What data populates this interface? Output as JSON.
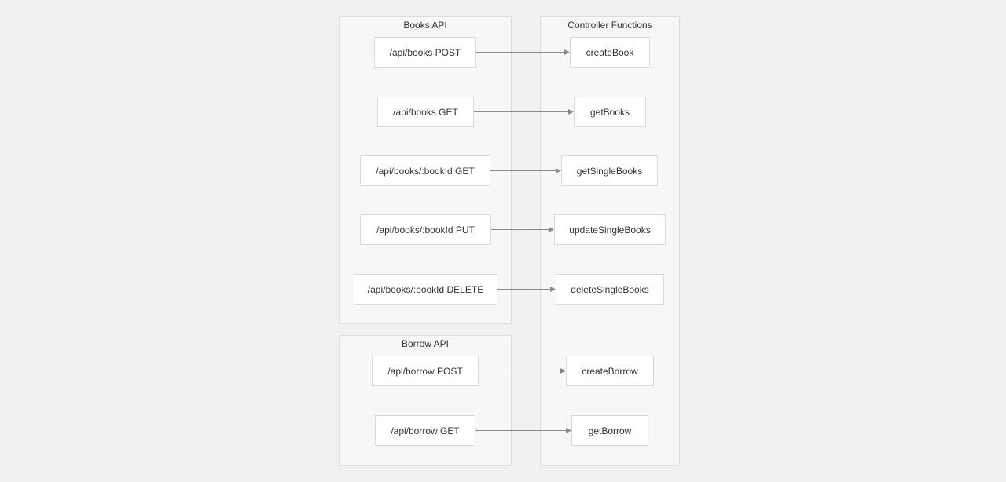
{
  "groups": {
    "books_api": {
      "title": "Books API"
    },
    "borrow_api": {
      "title": "Borrow API"
    },
    "controllers": {
      "title": "Controller Functions"
    }
  },
  "routes": {
    "books_post": "/api/books POST",
    "books_get": "/api/books GET",
    "book_id_get": "/api/books/:bookId GET",
    "book_id_put": "/api/books/:bookId PUT",
    "book_id_delete": "/api/books/:bookId DELETE",
    "borrow_post": "/api/borrow POST",
    "borrow_get": "/api/borrow GET"
  },
  "functions": {
    "createBook": "createBook",
    "getBooks": "getBooks",
    "getSingleBooks": "getSingleBooks",
    "updateSingleBooks": "updateSingleBooks",
    "deleteSingleBooks": "deleteSingleBooks",
    "createBorrow": "createBorrow",
    "getBorrow": "getBorrow"
  },
  "edges": [
    {
      "from": "books_post",
      "to": "createBook"
    },
    {
      "from": "books_get",
      "to": "getBooks"
    },
    {
      "from": "book_id_get",
      "to": "getSingleBooks"
    },
    {
      "from": "book_id_put",
      "to": "updateSingleBooks"
    },
    {
      "from": "book_id_delete",
      "to": "deleteSingleBooks"
    },
    {
      "from": "borrow_post",
      "to": "createBorrow"
    },
    {
      "from": "borrow_get",
      "to": "getBorrow"
    }
  ],
  "colors": {
    "background": "#f2f1f0",
    "group_fill": "#f7f7f7",
    "node_fill": "#ffffff",
    "edge": "#8a8a8a"
  }
}
